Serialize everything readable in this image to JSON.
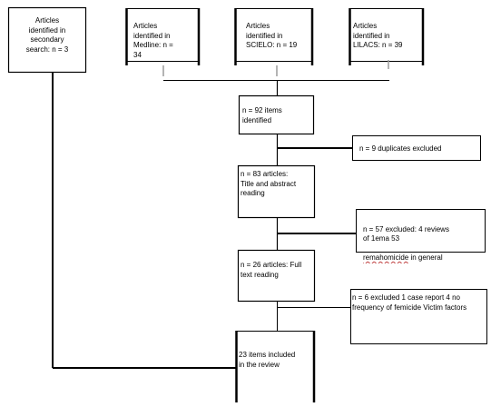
{
  "colors": {
    "stroke": "#000000",
    "tick": "#9a9a9a",
    "background": "#ffffff"
  },
  "boxes": {
    "secondary": "Articles\nidentified in\nsecondary\nsearch: n = 3",
    "medline": "Articles\nidentified in\nMedline: n =\n34",
    "scielo": "Articles\nidentified in\nSCIELO: n = 19",
    "lilacs": "Articles\nidentified in\nLILACS: n = 39",
    "identified": "n = 92 items\nidentified",
    "duplicates": "n = 9 duplicates excluded",
    "title_reading": "n = 83 articles:\nTitle and abstract\nreading",
    "excluded_57_line1": "n = 57 excluded: 4 reviews\nof 1ema 53",
    "excluded_57_line2_a": "remahomicide",
    "excluded_57_line2_b": " in general",
    "full_text": "n = 26 articles: Full\ntext reading",
    "excluded_6": "n = 6 excluded 1 case report 4 no\nfrequency of femicide Victim factors",
    "included": "23 items included\nin the review"
  }
}
